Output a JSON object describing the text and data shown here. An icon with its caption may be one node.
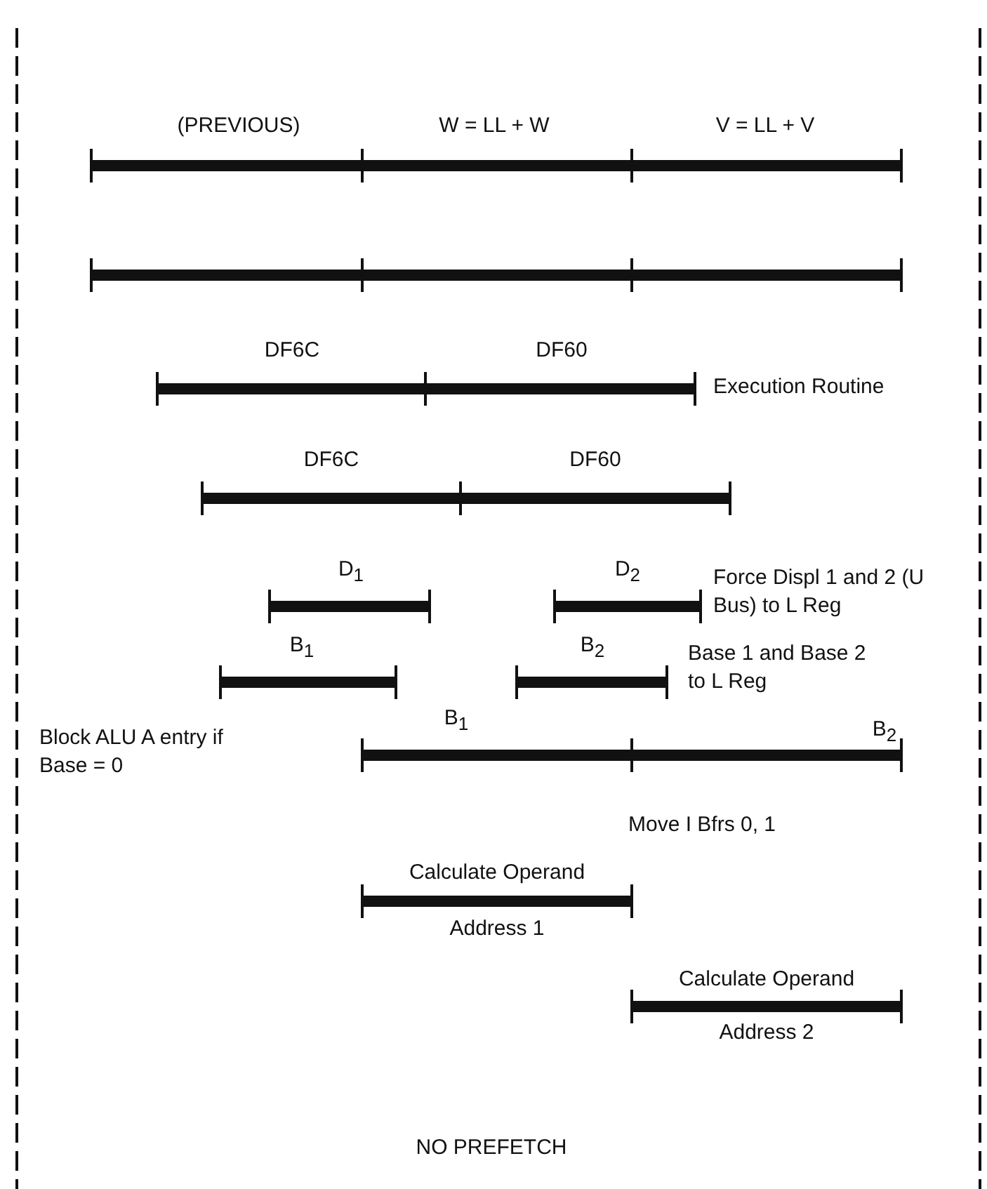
{
  "diagram": {
    "labels": [
      "(PREVIOUS)",
      "W = LL + W",
      "V = LL + V",
      "DF6C",
      "DF60",
      "Execution Routine",
      "DF6C",
      "DF60",
      "D$_{1}$",
      "D$_{2}$",
      "Force Displ 1 and 2 (U Bus) to L Reg",
      "B$_{1}$",
      "B$_{2}$",
      "Base 1 and Base 2 to L Reg",
      "Block ALU A entry if Base = 0",
      "B$_{1}$",
      "B$_{2}$",
      "Move I Bfrs 0, 1",
      "Calculate Operand",
      "Address 1",
      "Calculate Operand",
      "Address 2",
      "NO PREFETCH"
    ]
  }
}
